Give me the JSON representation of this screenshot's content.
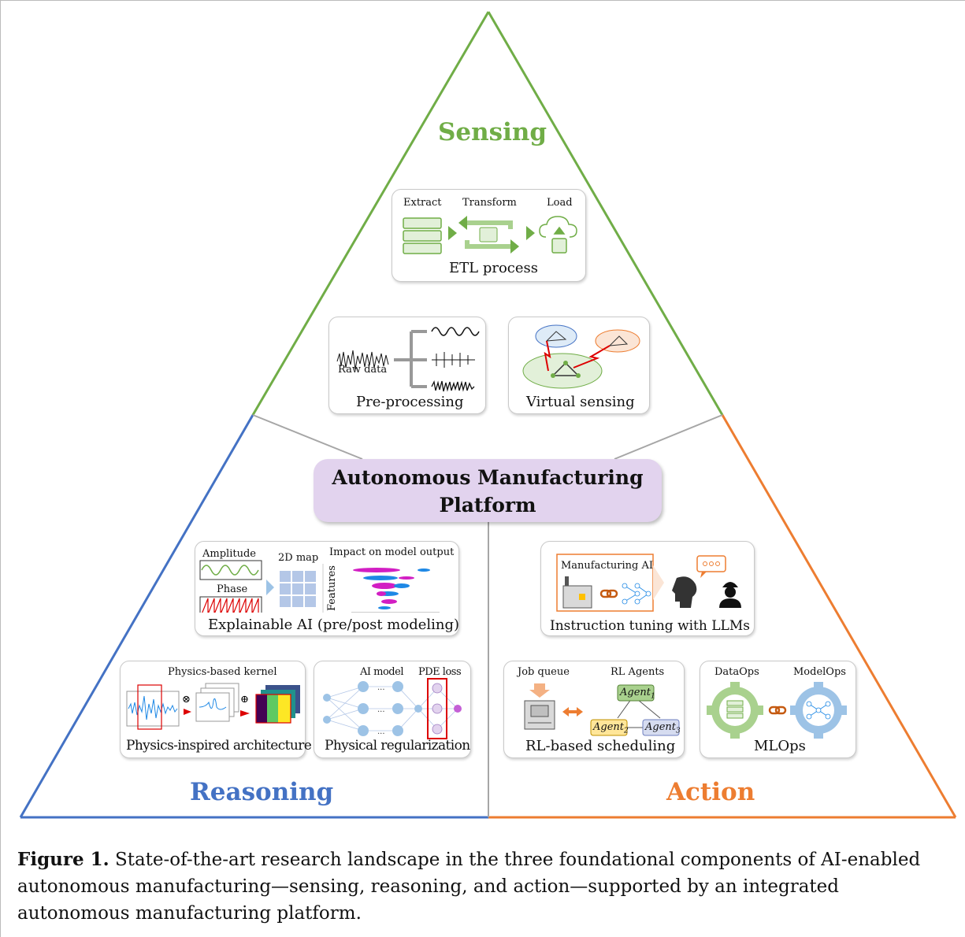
{
  "sections": {
    "sensing": "Sensing",
    "reasoning": "Reasoning",
    "action": "Action"
  },
  "colors": {
    "sensing": "#70ad47",
    "reasoning": "#4472c4",
    "action": "#ed7d31",
    "platform": "#e2d3ee",
    "divider": "#a6a6a6"
  },
  "platform": {
    "line1": "Autonomous Manufacturing",
    "line2": "Platform"
  },
  "etl": {
    "extract": "Extract",
    "transform": "Transform",
    "load": "Load",
    "title": "ETL process"
  },
  "preprocessing": {
    "raw": "Raw data",
    "title": "Pre-processing"
  },
  "virtual_sensing": {
    "title": "Virtual sensing"
  },
  "xai": {
    "amplitude": "Amplitude",
    "phase": "Phase",
    "map": "2D map",
    "impact": "Impact on model output",
    "features": "Features",
    "title": "Explainable AI (pre/post modeling)"
  },
  "physics_arch": {
    "kernel": "Physics-based kernel",
    "title": "Physics-inspired architecture"
  },
  "phys_reg": {
    "ai_model": "AI model",
    "pde_loss": "PDE loss",
    "title": "Physical regularization"
  },
  "llm": {
    "manufacturing_ai": "Manufacturing AI",
    "title": "Instruction tuning with LLMs"
  },
  "rl": {
    "job_queue": "Job queue",
    "agents": "RL Agents",
    "agent1": "Agent",
    "agent2": "Agent",
    "agent3": "Agent",
    "sub1": "1",
    "sub2": "2",
    "sub3": "3",
    "title": "RL-based scheduling"
  },
  "mlops": {
    "dataops": "DataOps",
    "modelops": "ModelOps",
    "title": "MLOps"
  },
  "caption": {
    "label": "Figure 1.",
    "text": " State-of-the-art research landscape in the three foundational components of AI-enabled autonomous manufacturing—sensing, reasoning, and action—supported by an integrated autonomous manufacturing platform."
  }
}
